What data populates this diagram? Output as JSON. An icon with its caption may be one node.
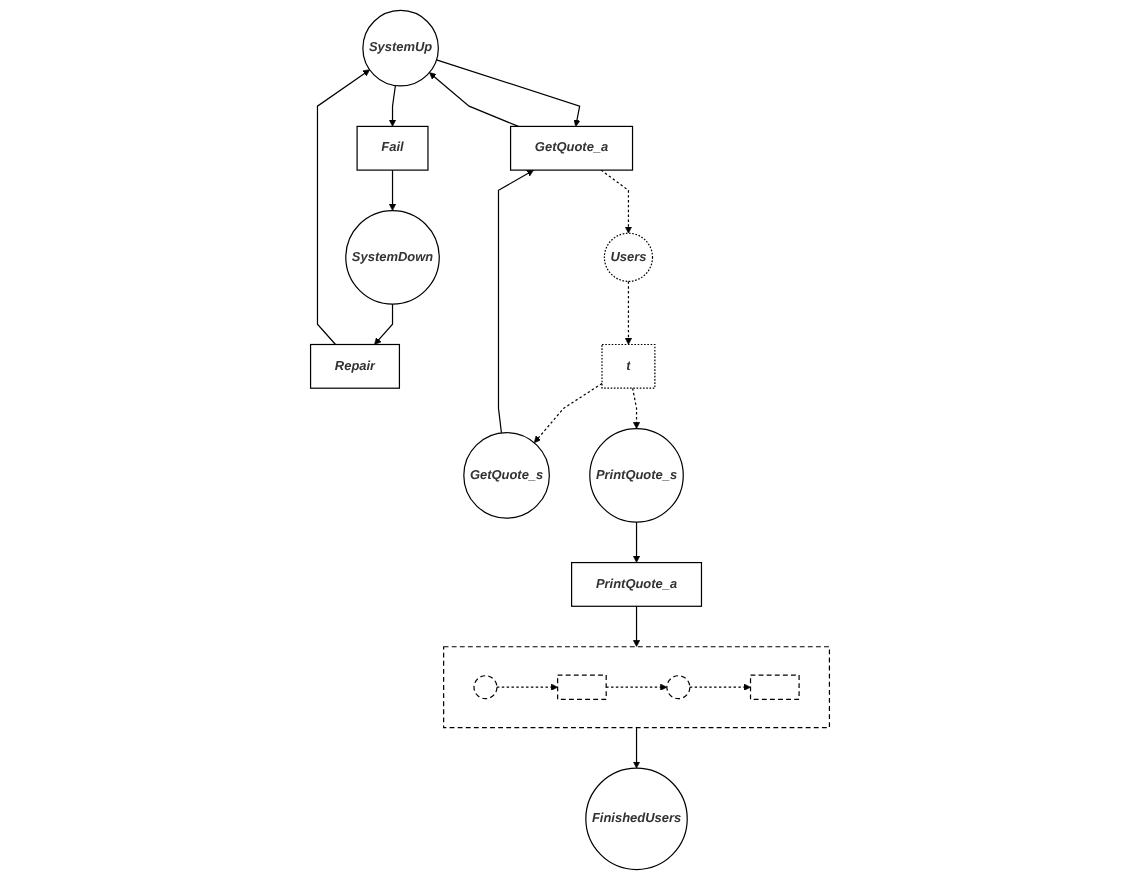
{
  "diagram": {
    "nodes": [
      {
        "text": [
          "SystemUp"
        ]
      },
      {
        "text": [
          "Fail"
        ]
      },
      {
        "text": [
          "SystemDown"
        ]
      },
      {
        "text": [
          "Repair"
        ]
      },
      {
        "text": [
          "GetQuote_s"
        ]
      },
      {
        "text": [
          "GetQuote_a"
        ]
      },
      {
        "text": [
          "Users"
        ]
      },
      {
        "text": [
          "t"
        ]
      },
      {
        "text": [
          "PrintQuote_s"
        ]
      },
      {
        "text": [
          "PrintQuote_a"
        ]
      },
      {
        "text": [],
        "shape": "box"
      },
      {
        "text": [],
        "shape": "circle",
        "in": 10
      },
      {
        "text": [],
        "shape": "bar",
        "in": 10
      },
      {
        "text": [],
        "shape": "circle",
        "in": 10
      },
      {
        "text": [],
        "shape": "bar",
        "in": 10
      },
      {
        "text": [
          "FinishedUsers"
        ]
      }
    ],
    "edges": [
      {
        "from": 0,
        "to": 1,
        "arrow": "to"
      },
      {
        "from": 1,
        "to": 2,
        "arrow": "to"
      },
      {
        "from": 2,
        "to": 3,
        "arrow": "to"
      },
      {
        "from": 3,
        "to": 0,
        "arrow": "to"
      },
      {
        "from": 0,
        "to": 5,
        "arrow": "to"
      },
      {
        "from": 5,
        "to": 0,
        "arrow": "to"
      },
      {
        "from": 4,
        "to": 5,
        "arrow": "to"
      },
      {
        "from": 5,
        "to": 6,
        "arrow": "to",
        "style": "dashed"
      },
      {
        "from": 6,
        "to": 7,
        "arrow": "to",
        "style": "dashed"
      },
      {
        "from": 7,
        "to": 4,
        "arrow": "to",
        "style": "dashed"
      },
      {
        "from": 7,
        "to": 8,
        "arrow": "to",
        "style": "dashed"
      },
      {
        "from": 8,
        "to": 9,
        "arrow": "to"
      },
      {
        "from": 9,
        "to": 10,
        "arrow": "to"
      },
      {
        "from": 11,
        "to": 12,
        "arrow": "to",
        "style": "dashed"
      },
      {
        "from": 12,
        "to": 13,
        "arrow": "to",
        "style": "dashed"
      },
      {
        "from": 13,
        "to": 14,
        "arrow": "to",
        "style": "dashed"
      },
      {
        "from": 10,
        "to": 15,
        "arrow": "to"
      }
    ]
  }
}
